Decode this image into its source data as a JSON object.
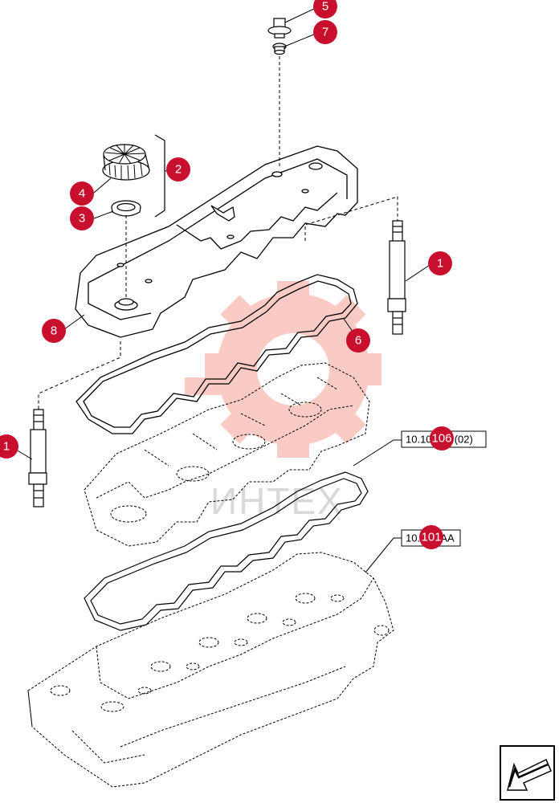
{
  "colors": {
    "callout_fill": "#c8102e",
    "callout_text": "#ffffff",
    "line": "#000000",
    "watermark": "#f26a5a",
    "background": "#ffffff"
  },
  "callouts": {
    "c5": "5",
    "c7": "7",
    "c2": "2",
    "c4": "4",
    "c3": "3",
    "c1_right": "1",
    "c8": "8",
    "c6": "6",
    "c1_left": "1",
    "c106": "106",
    "c101": "101"
  },
  "references": {
    "ref_106": "10.106.ac (02)",
    "ref_101": "10.101.AA"
  },
  "watermark": {
    "text": "ИНТЕХ"
  },
  "icons": {
    "nav": "arrow-continue-icon"
  }
}
